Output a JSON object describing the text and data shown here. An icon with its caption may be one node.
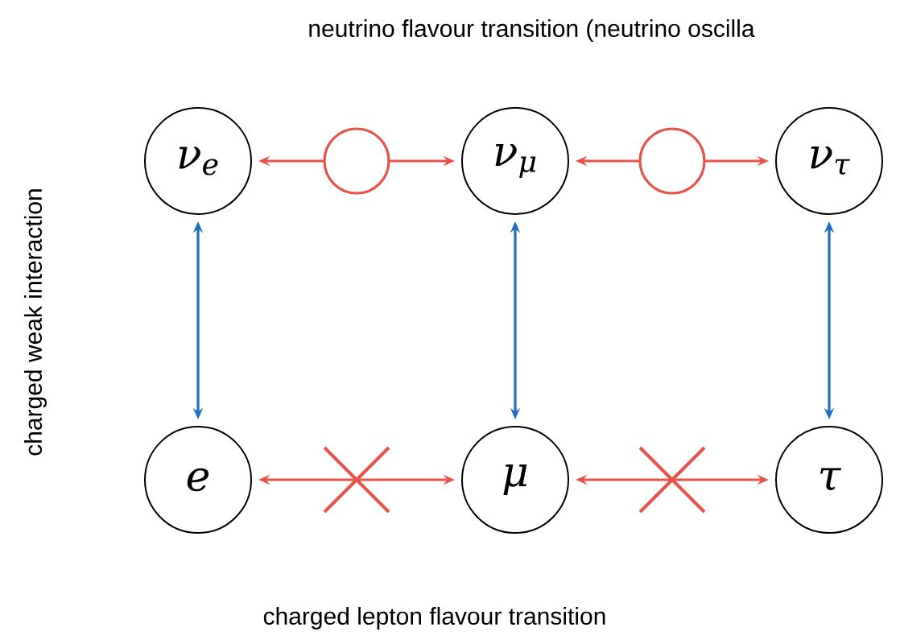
{
  "diagram": {
    "title": "neutrino flavour transition (neutrino oscilla",
    "caption": "charged lepton flavour transition",
    "nodes": [
      {
        "text": [
          "ν$_{e}$"
        ]
      },
      {
        "text": [
          "ν$_{μ}$"
        ]
      },
      {
        "text": [
          "ν$_{τ}$"
        ]
      },
      {
        "text": [
          "e"
        ]
      },
      {
        "text": [
          "μ"
        ]
      },
      {
        "text": [
          "τ"
        ]
      }
    ],
    "edges": [
      {
        "from": 0,
        "to": 1,
        "arrow": "both",
        "color": "#e8524a"
      },
      {
        "from": 1,
        "to": 2,
        "arrow": "both",
        "color": "#e8524a"
      },
      {
        "from": 3,
        "to": 4,
        "arrow": "both",
        "color": "#e8524a"
      },
      {
        "from": 4,
        "to": 5,
        "arrow": "both",
        "color": "#e8524a"
      },
      {
        "from": 0,
        "to": 3,
        "arrow": "both",
        "color": "#1f6fbf"
      },
      {
        "from": 1,
        "to": 4,
        "arrow": "both",
        "color": "#1f6fbf"
      },
      {
        "from": 2,
        "to": 5,
        "arrow": "both",
        "color": "#1f6fbf"
      }
    ],
    "labels": [
      "charged weak interaction"
    ]
  }
}
